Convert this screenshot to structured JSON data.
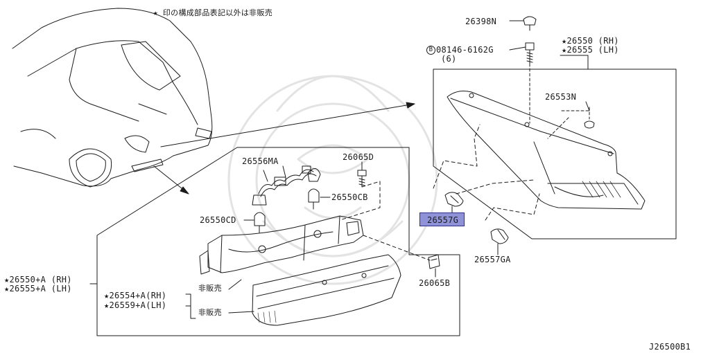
{
  "header_note": "★ 印の構成部品表記以外は非販売",
  "diagram_code": "J26500B1",
  "highlight_color": "#8f92d6",
  "parts": {
    "p26398N": "26398N",
    "bolt_prefix": "B",
    "p08146": "08146-6162G",
    "p08146_qty": "(6)",
    "p26550_rh": "★26550 (RH)",
    "p26555_lh": "★26555 (LH)",
    "p26553N": "26553N",
    "p26557G": "26557G",
    "p26557GA": "26557GA",
    "p26556MA": "26556MA",
    "p26065D": "26065D",
    "p26550CB": "26550CB",
    "p26550CD": "26550CD",
    "p26065B": "26065B",
    "p26550A_rh": "★26550+A (RH)",
    "p26555A_lh": "★26555+A (LH)",
    "p26554A_rh": "★26554+A(RH)",
    "p26559A_lh": "★26559+A(LH)",
    "not_for_sale_1": "非販売",
    "not_for_sale_2": "非販売"
  }
}
